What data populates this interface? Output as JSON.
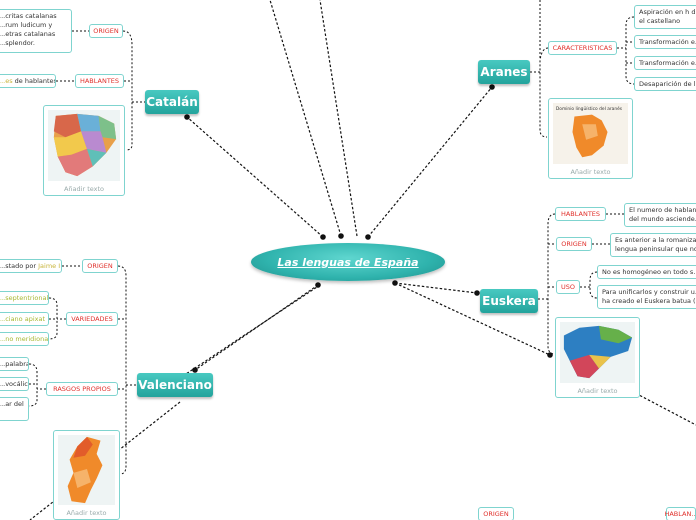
{
  "central": {
    "title": "Las lenguas de España"
  },
  "catalan": {
    "title": "Catalán",
    "origen": {
      "tag": "ORIGEN",
      "text": [
        "...critas catalanas",
        "...rum ludicum y",
        "...etras catalanas",
        "...splendor."
      ]
    },
    "hablantes": {
      "tag": "HABLANTES",
      "pre": "...es",
      "text": " de hablantes"
    },
    "map_caption": "Añadir texto"
  },
  "aranes": {
    "title": "Aranes",
    "caracteristicas": {
      "tag": "CARACTERISTICAS",
      "items": [
        "Aspiración en h d... el castellano",
        "Transformación e...",
        "Transformación e...",
        "Desaparición de l..."
      ]
    },
    "map_title": "Dominio lingüístico del aranés",
    "map_caption": "Añadir texto"
  },
  "valenciano": {
    "title": "Valenciano",
    "origen": {
      "tag": "ORIGEN",
      "text": "...stado por ",
      "hl": "Jaime I"
    },
    "variedades": {
      "tag": "VARIEDADES",
      "items": [
        "...septentrional",
        "...ciano apixat",
        "...no meridional"
      ]
    },
    "rasgos": {
      "tag": "RASGOS PROPIOS",
      "items": [
        "...palabra",
        "...vocálica",
        "...ar del"
      ]
    },
    "map_caption": "Añadir texto"
  },
  "euskera": {
    "title": "Euskera",
    "hablantes": {
      "tag": "HABLANTES",
      "text": [
        "El numero de hablan...",
        "del mundo asciende..."
      ]
    },
    "origen": {
      "tag": "ORIGEN",
      "text": [
        "Es anterior a la romaniza...",
        "lengua peninsular que no..."
      ]
    },
    "uso": {
      "tag": "USO",
      "items": [
        [
          "No es homogéneo en todo s..."
        ],
        [
          "Para unificarlos y construir u...",
          "ha creado el Euskera batua (..."
        ]
      ]
    },
    "map_caption": "Añadir texto"
  },
  "bottom": {
    "origen_tag": "ORIGEN",
    "hablantes_tag": "HABLAN..."
  },
  "colors": {
    "topic": "#2fb3ad",
    "tag_text": "#e0302b",
    "border": "#7fd4cf",
    "highlight": "#c8b43a"
  }
}
